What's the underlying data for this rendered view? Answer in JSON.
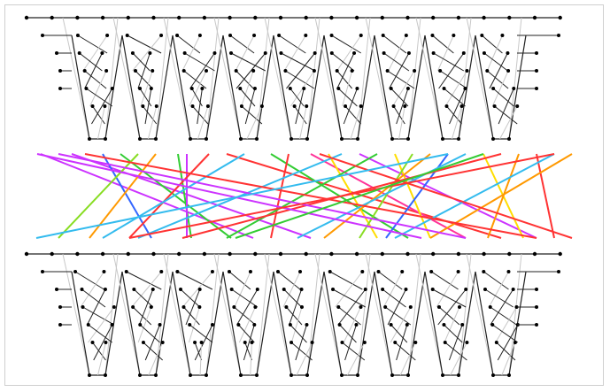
{
  "figure": {
    "description_free": true,
    "sections": [
      "top-network",
      "colored-line-crossings",
      "bottom-network"
    ],
    "line_colors": [
      "#ff3333",
      "#33cc33",
      "#3366ff",
      "#ff9900",
      "#cc33ff",
      "#33bbee",
      "#ffdd00",
      "#88dd22",
      "#ff3399"
    ],
    "node_color": "#000000",
    "edge_dark": "#222222",
    "edge_light": "#c8c8c8"
  }
}
